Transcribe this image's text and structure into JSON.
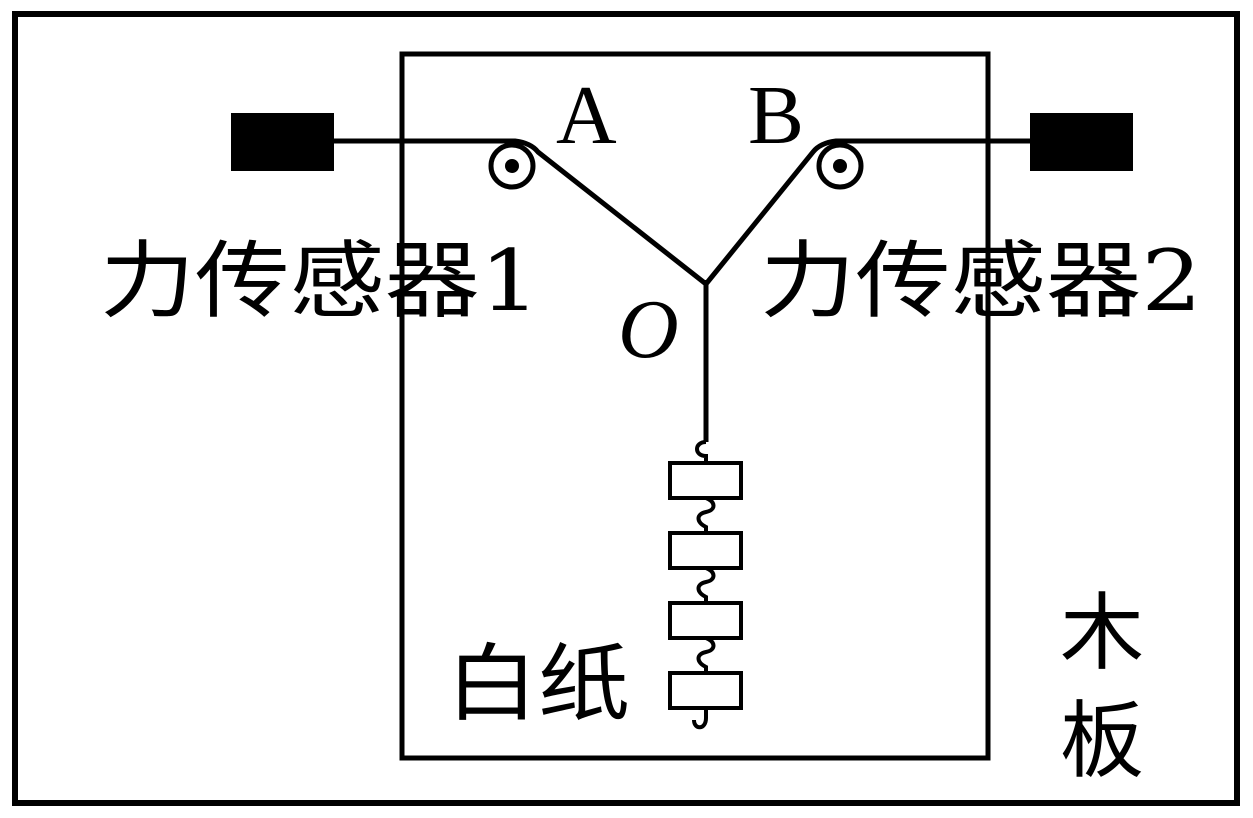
{
  "labels": {
    "point_a": "A",
    "point_b": "B",
    "point_o": "O",
    "sensor_1": "力传感器1",
    "sensor_2": "力传感器2",
    "white_paper": "白纸",
    "board_line1": "木",
    "board_line2": "板"
  },
  "icons": {
    "pulley": "pulley-icon",
    "sensor": "sensor-block-icon",
    "weight": "hook-weight-icon"
  },
  "colors": {
    "ink": "#000000",
    "background": "#ffffff"
  }
}
